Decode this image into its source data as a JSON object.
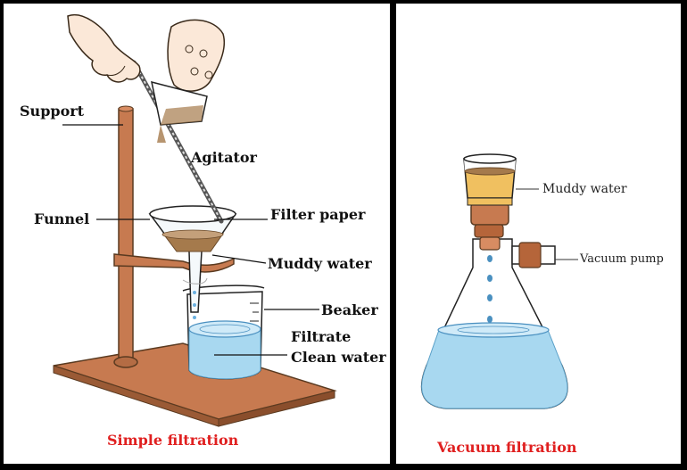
{
  "simple": {
    "caption": "Simple filtration",
    "labels": {
      "support": "Support",
      "agitator": "Agitator",
      "funnel": "Funnel",
      "filter_paper": "Filter paper",
      "muddy_water": "Muddy water",
      "beaker": "Beaker",
      "filtrate": "Filtrate",
      "clean_water": "Clean water"
    }
  },
  "vacuum": {
    "caption": "Vacuum filtration",
    "labels": {
      "muddy_water": "Muddy water",
      "vacuum_pump": "Vacuum pump"
    }
  },
  "colors": {
    "caption": "#e02020",
    "wood": "#c77a50",
    "water": "#a8d8f0",
    "mud": "#a57a4c",
    "copper": "#b5653a"
  }
}
